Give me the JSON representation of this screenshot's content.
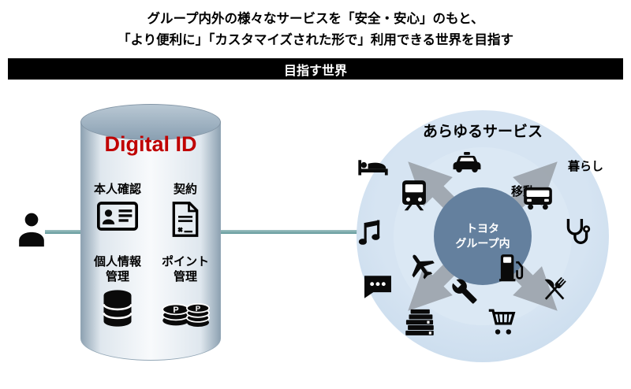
{
  "header": {
    "title_line1": "グループ内外の様々なサービスを「安全・安心」のもと、",
    "title_line2": "「より便利に」「カスタマイズされた形で」利用できる世界を目指す",
    "banner": "目指す世界"
  },
  "actor": {
    "icon": "person-icon"
  },
  "digital_id": {
    "title": "Digital ID",
    "title_color": "#c00000",
    "items": [
      {
        "label": "本人確認",
        "icon": "id-card-icon"
      },
      {
        "label": "契約",
        "icon": "contract-icon"
      },
      {
        "label": "個人情報\n管理",
        "icon": "database-icon"
      },
      {
        "label": "ポイント\n管理",
        "icon": "point-coins-icon"
      }
    ]
  },
  "services": {
    "title": "あらゆるサービス",
    "center_label": "トヨタ\nグループ内",
    "area_labels": {
      "living": "暮らし",
      "mobility": "移動"
    },
    "icons": [
      "bed-icon",
      "taxi-icon",
      "train-icon",
      "music-icon",
      "bus-icon",
      "stethoscope-icon",
      "airplane-icon",
      "fuel-icon",
      "wrench-icon",
      "cutlery-icon",
      "chat-icon",
      "books-icon",
      "cart-icon"
    ]
  },
  "colors": {
    "accent_red": "#c00000",
    "banner_bg": "#000000",
    "circle_outer": "#c6d9ec",
    "circle_mid": "#dbe8f4",
    "circle_inner": "#64809e",
    "connector_teal": "#649a9c",
    "arrow_gray": "#9aa1a9"
  }
}
